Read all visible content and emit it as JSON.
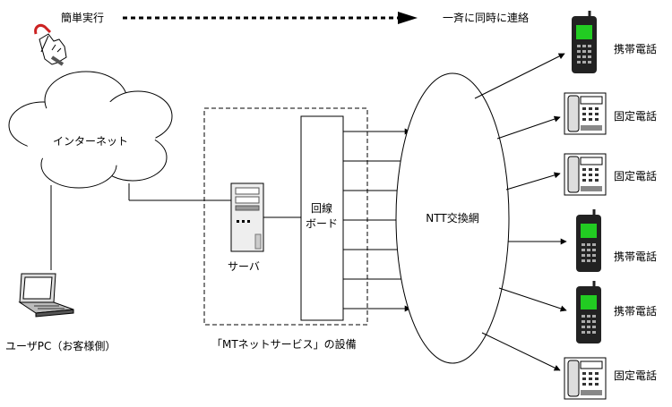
{
  "header": {
    "start_label": "簡単実行",
    "end_label": "一斉に同時に連絡"
  },
  "internet": {
    "label": "インターネット"
  },
  "user_pc": {
    "label": "ユーザPC（お客様側）"
  },
  "service": {
    "label": "「MTネットサービス」の設備",
    "server_label": "サーバ",
    "board_line1": "回線",
    "board_line2": "ボード"
  },
  "ntt": {
    "label": "NTT交換網"
  },
  "phones": [
    {
      "label": "携帯電話",
      "kind": "mobile"
    },
    {
      "label": "固定電話",
      "kind": "landline"
    },
    {
      "label": "固定電話",
      "kind": "landline"
    },
    {
      "label": "携帯電話",
      "kind": "mobile"
    },
    {
      "label": "携帯電話",
      "kind": "mobile"
    },
    {
      "label": "固定電話",
      "kind": "landline"
    }
  ],
  "colors": {
    "mobile_screen": "#22cc22",
    "mobile_body": "#222222",
    "hand_accent": "#cc2222",
    "line": "#000000"
  }
}
